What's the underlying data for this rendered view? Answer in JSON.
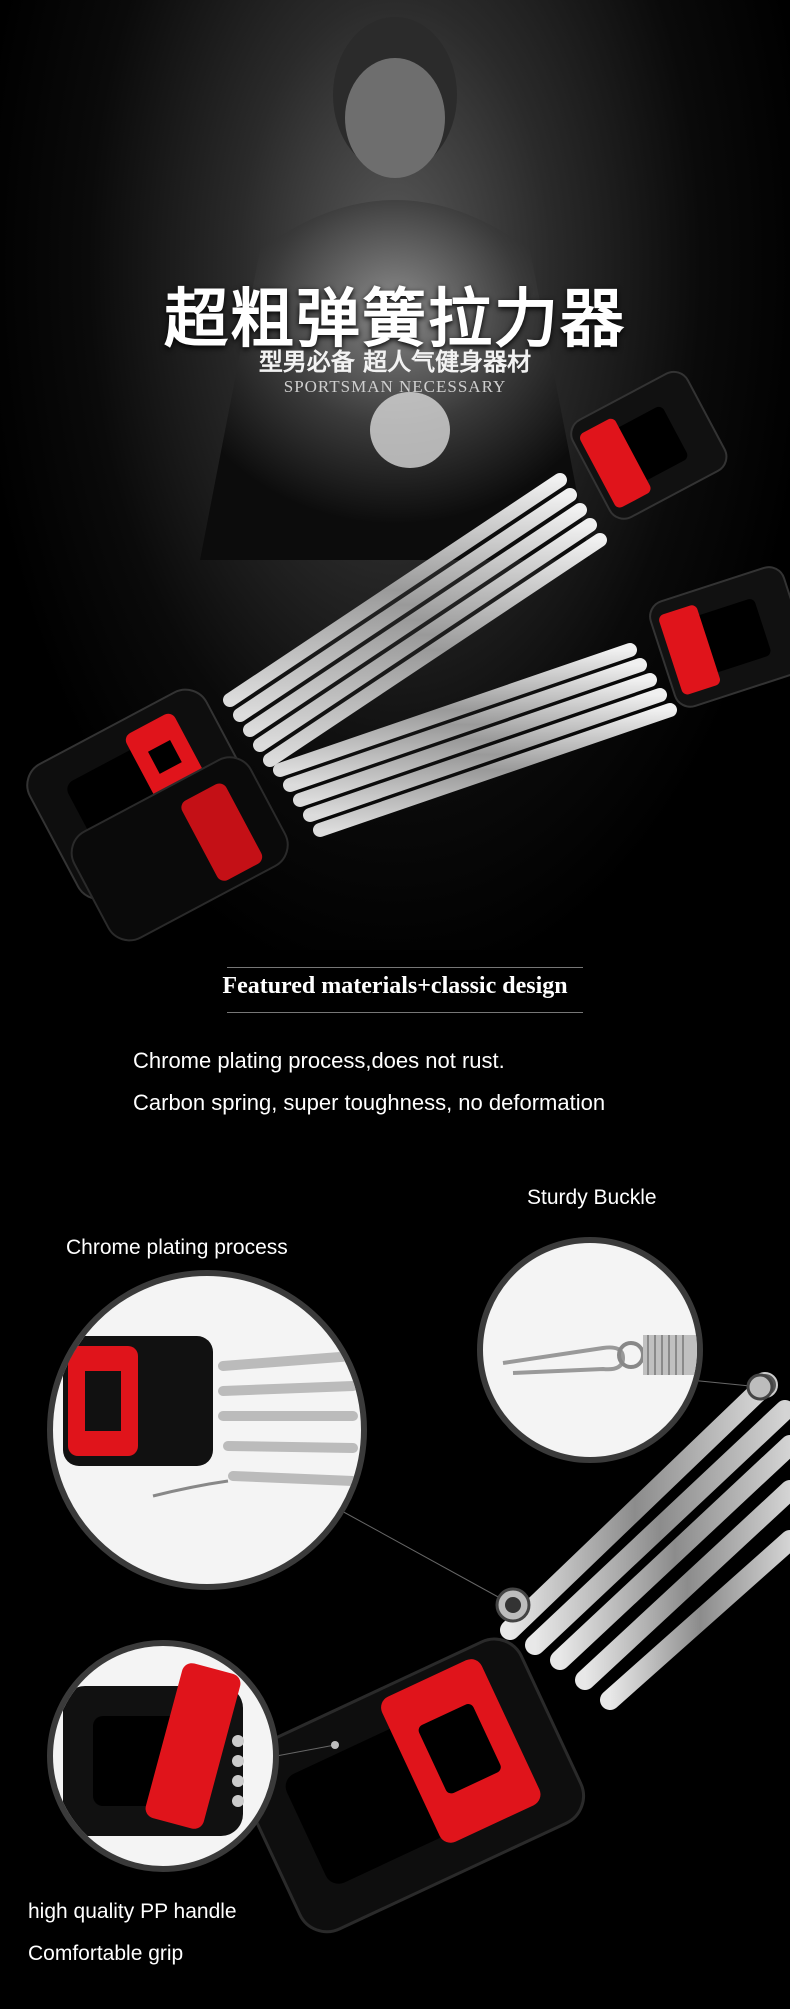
{
  "hero": {
    "title": "超粗弹簧拉力器",
    "subtitle": "型男必备 超人气健身器材",
    "tagline": "SPORTSMAN NECESSARY"
  },
  "features": {
    "heading": "Featured materials+classic design",
    "lines": [
      "Chrome plating process,does not rust.",
      "Carbon spring, super toughness, no deformation"
    ]
  },
  "callouts": {
    "buckle": "Sturdy Buckle",
    "chrome": "Chrome plating process",
    "handle_lines": [
      "high quality PP handle",
      "Comfortable grip"
    ]
  },
  "colors": {
    "handle_red": "#e0141b",
    "handle_black": "#111111",
    "spring_silver": "#c8c8c8",
    "background": "#000000"
  }
}
